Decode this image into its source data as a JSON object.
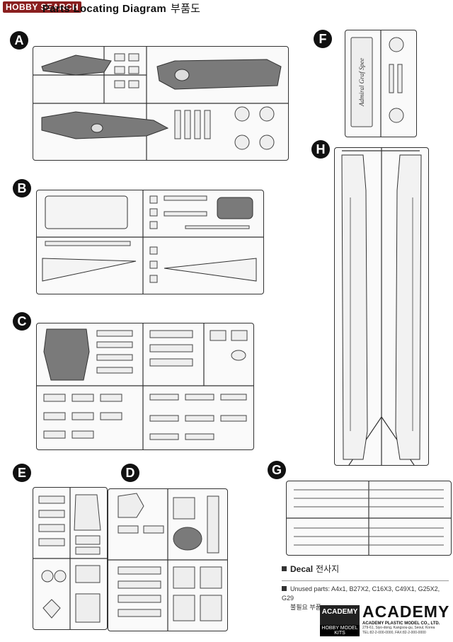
{
  "header": {
    "site_logo": "HOBBY SEARCH",
    "title": "Parts Locating Diagram",
    "title_korean": "부품도"
  },
  "sprues": [
    {
      "id": "A",
      "letter": "A"
    },
    {
      "id": "B",
      "letter": "B"
    },
    {
      "id": "C",
      "letter": "C"
    },
    {
      "id": "E",
      "letter": "E"
    },
    {
      "id": "D",
      "letter": "D"
    },
    {
      "id": "F",
      "letter": "F"
    },
    {
      "id": "H",
      "letter": "H"
    },
    {
      "id": "G",
      "letter": "G"
    }
  ],
  "nameplate_text": "Admiral Graf Spee",
  "decal": {
    "label": "Decal",
    "label_korean": "전사지"
  },
  "unused_parts": {
    "label": "Unused parts",
    "list": ": A4x1,  B27X2,  C16X3,  C49X1,  G25X2,  G29",
    "korean": "불필요 부품"
  },
  "brand": {
    "box_title": "ACADEMY",
    "box_subtitle": "HOBBY MODEL KITS",
    "logo": "ACADEMY",
    "company": "ACADEMY PLASTIC MODEL CO., LTD.",
    "address": "279-61, Siyo-dong, Kangsou-gu, Seoul, Korea",
    "phone": "TEL:82-2-000-0000, FAX:82-2-000-0000"
  },
  "colors": {
    "line": "#333333",
    "panel": "#7a7a7a",
    "paper": "#ffffff"
  }
}
